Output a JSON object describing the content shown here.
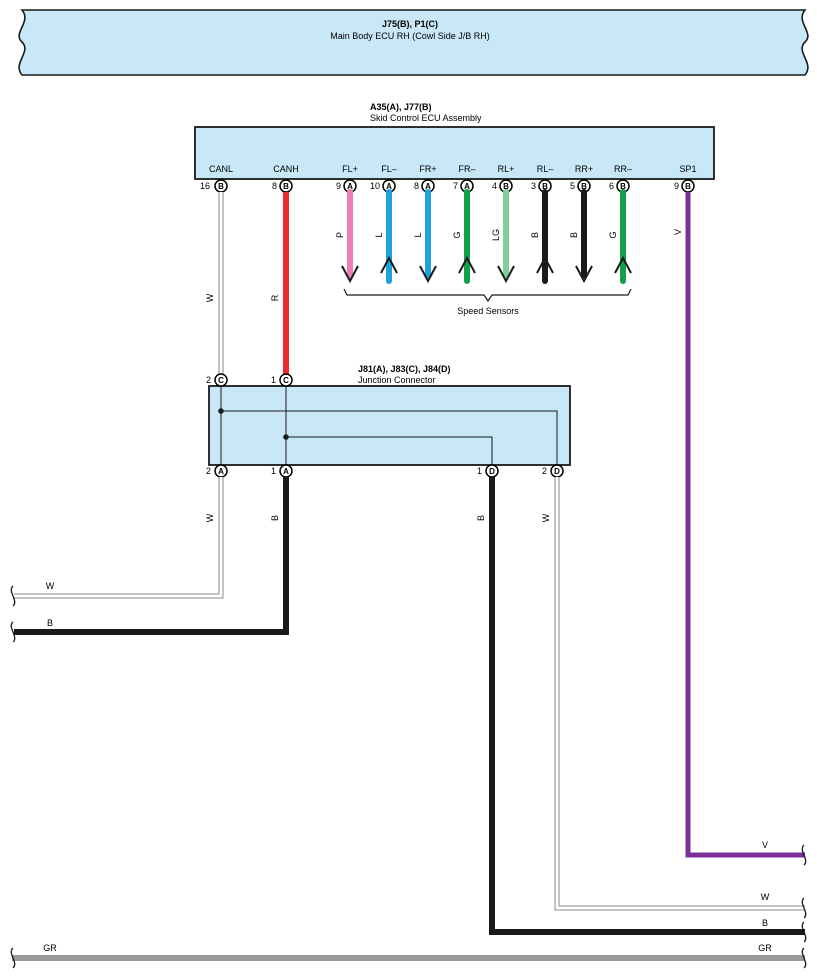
{
  "main_ecu": {
    "code": "J75(B), P1(C)",
    "name": "Main Body ECU RH (Cowl Side J/B RH)"
  },
  "skid_ecu": {
    "code": "A35(A), J77(B)",
    "name": "Skid Control ECU Assembly",
    "pins": [
      {
        "label": "CANL",
        "num": "16",
        "conn": "B"
      },
      {
        "label": "CANH",
        "num": "8",
        "conn": "B"
      },
      {
        "label": "FL+",
        "num": "9",
        "conn": "A"
      },
      {
        "label": "FL–",
        "num": "10",
        "conn": "A"
      },
      {
        "label": "FR+",
        "num": "8",
        "conn": "A"
      },
      {
        "label": "FR–",
        "num": "7",
        "conn": "A"
      },
      {
        "label": "RL+",
        "num": "4",
        "conn": "B"
      },
      {
        "label": "RL–",
        "num": "3",
        "conn": "B"
      },
      {
        "label": "RR+",
        "num": "5",
        "conn": "B"
      },
      {
        "label": "RR–",
        "num": "6",
        "conn": "B"
      },
      {
        "label": "SP1",
        "num": "9",
        "conn": "B"
      }
    ]
  },
  "sensor_wires": [
    {
      "color_code": "P",
      "color": "#f07cb8"
    },
    {
      "color_code": "L",
      "color": "#1aa3e0"
    },
    {
      "color_code": "L",
      "color": "#1aa3e0"
    },
    {
      "color_code": "G",
      "color": "#13a04a"
    },
    {
      "color_code": "LG",
      "color": "#7fcf9b"
    },
    {
      "color_code": "B",
      "color": "#1a1a1a"
    },
    {
      "color_code": "B",
      "color": "#1a1a1a"
    },
    {
      "color_code": "G",
      "color": "#13a04a"
    }
  ],
  "speed_sensors_label": "Speed Sensors",
  "junction": {
    "code": "J81(A), J83(C), J84(D)",
    "name": "Junction Connector",
    "top_pins": [
      {
        "num": "2",
        "conn": "C"
      },
      {
        "num": "1",
        "conn": "C"
      }
    ],
    "bottom_pins": [
      {
        "num": "2",
        "conn": "A"
      },
      {
        "num": "1",
        "conn": "A"
      },
      {
        "num": "1",
        "conn": "D"
      },
      {
        "num": "2",
        "conn": "D"
      }
    ]
  },
  "wire_codes": {
    "canl_upper": "W",
    "canh_upper": "R",
    "sp1": "V",
    "canl_lower": "W",
    "canh_lower": "B",
    "d1": "B",
    "d2": "W"
  },
  "edge_labels": {
    "left_w": "W",
    "left_b": "B",
    "right_v": "V",
    "right_w": "W",
    "right_b": "B",
    "gr_left": "GR",
    "gr_right": "GR"
  },
  "colors": {
    "box_fill": "#c9e8f7",
    "red": "#ee2a2e",
    "violet": "#7b2f9a",
    "black": "#1a1a1a",
    "gray": "#9a9a9a",
    "white_wire_outline": "#8a8a8a"
  }
}
